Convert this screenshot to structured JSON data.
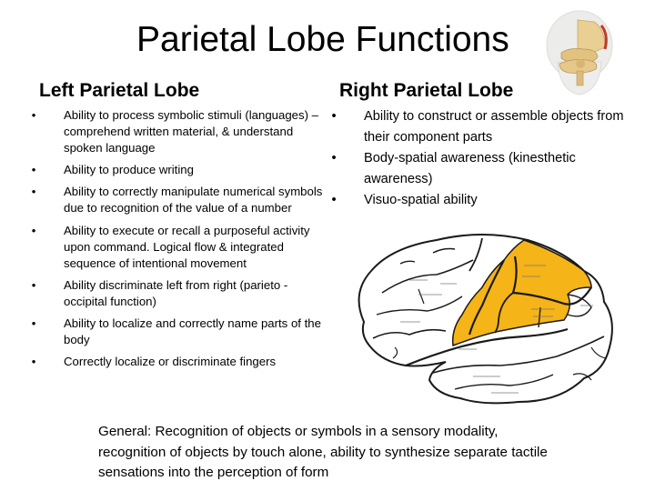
{
  "slide": {
    "title": "Parietal Lobe Functions",
    "left": {
      "heading": "Left Parietal Lobe",
      "bullet_glyph": "•",
      "items": [
        "Ability to process symbolic stimuli (languages) – comprehend written material, & understand spoken language",
        "Ability to produce writing",
        "Ability to correctly manipulate numerical symbols due to recognition of the value of a number",
        "Ability to execute or recall a purposeful activity upon command. Logical flow & integrated sequence of intentional movement",
        "Ability discriminate left from right (parieto -occipital function)",
        "Ability to localize and correctly name parts of the body",
        "Correctly localize or discriminate fingers"
      ]
    },
    "right": {
      "heading": "Right Parietal Lobe",
      "bullet_glyph": "•",
      "items": [
        "Ability to construct or assemble objects from their component parts",
        "Body-spatial awareness (kinesthetic awareness)",
        "Visuo-spatial ability"
      ]
    },
    "general": "General: Recognition of objects or symbols in a sensory modality, recognition of objects by touch alone, ability to synthesize separate tactile sensations into the perception of form",
    "images": {
      "skull": {
        "icon": "skull-brain-3d-image",
        "highlight_color": "#c0392b"
      },
      "brain": {
        "icon": "brain-lateral-diagram",
        "highlight_color": "#f5b417",
        "outline_color": "#1a1a1a"
      }
    }
  }
}
